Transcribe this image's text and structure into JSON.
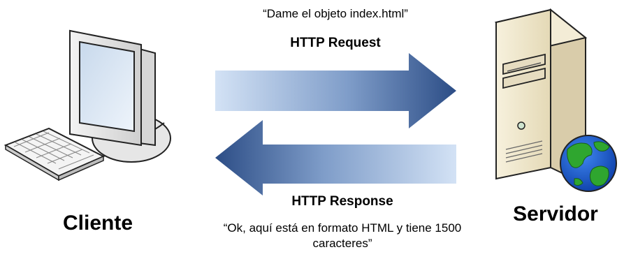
{
  "request": {
    "message": "“Dame el objeto index.html”",
    "title": "HTTP Request"
  },
  "response": {
    "title": "HTTP Response",
    "message": "“Ok, aquí está en formato HTML y tiene 1500 caracteres”"
  },
  "client": {
    "label": "Cliente",
    "icon": "desktop-computer-icon"
  },
  "server": {
    "label": "Servidor",
    "icon": "web-server-icon"
  },
  "colors": {
    "arrow_dark": "#2f5088",
    "arrow_light": "#cfe0f4",
    "server_case": "#efe6cc",
    "globe_ocean": "#1f5fd0",
    "globe_land": "#2fa62f"
  }
}
